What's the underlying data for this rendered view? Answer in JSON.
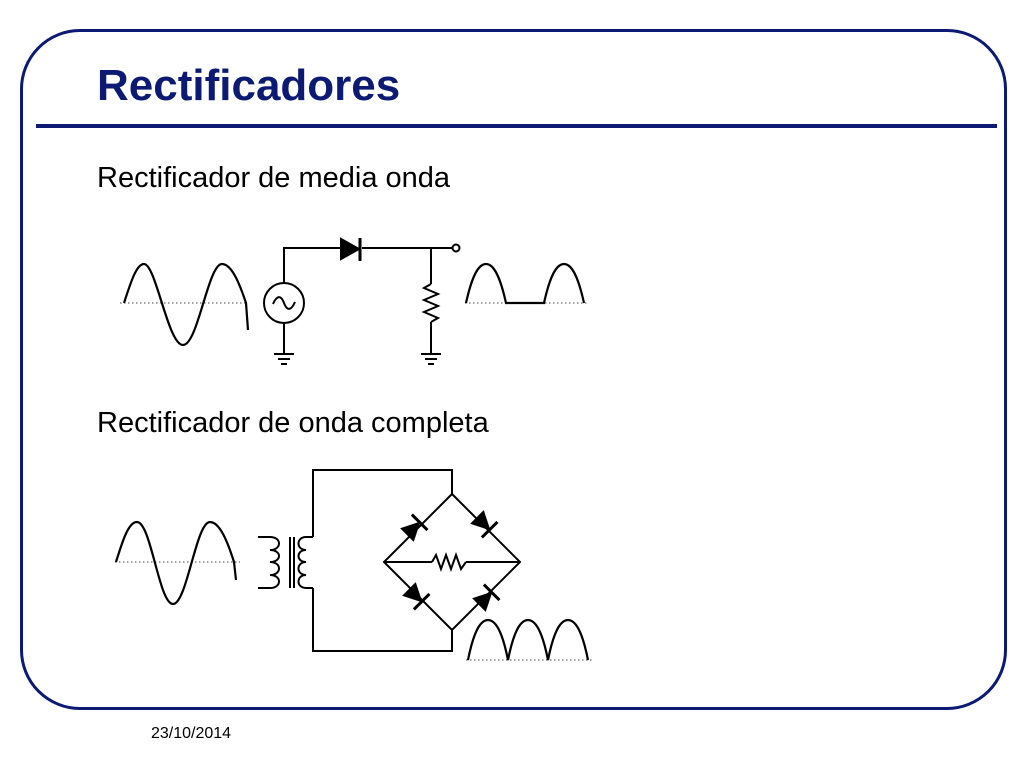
{
  "slide": {
    "title": "Rectificadores",
    "footer_date": "23/10/2014"
  },
  "sections": {
    "half_wave": {
      "heading": "Rectificador de media onda"
    },
    "full_wave": {
      "heading": "Rectificador de onda completa"
    }
  },
  "colors": {
    "title": "#0d1a73",
    "frame": "#0d1a73",
    "text": "#000000"
  },
  "icons": {
    "ac_source": "ac-source-icon",
    "diode": "diode-icon",
    "resistor": "resistor-icon",
    "ground": "ground-icon",
    "transformer": "transformer-icon"
  }
}
